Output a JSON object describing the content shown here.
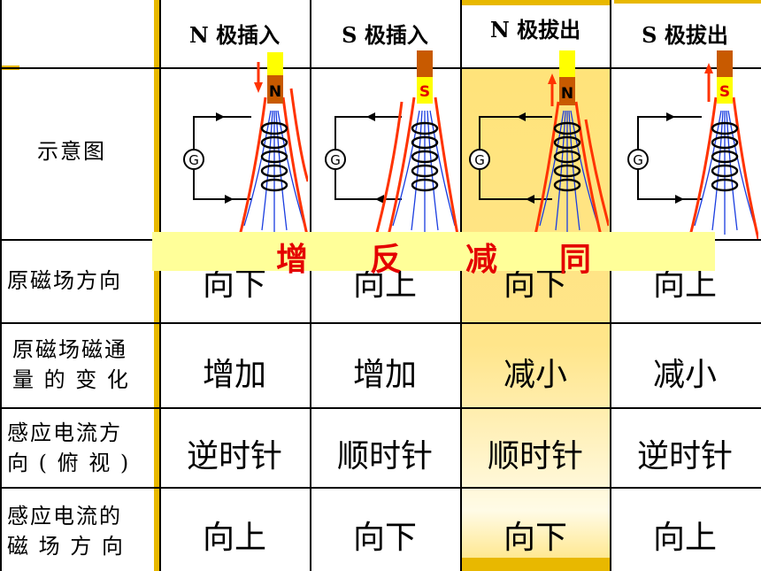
{
  "headers": [
    "N 极插入",
    "S 极插入",
    "N 极拔出",
    "S 极拔出"
  ],
  "row_labels": {
    "diagram": "示意图",
    "field_dir": "原磁场方向",
    "flux_change": [
      "原磁场磁通",
      "量 的 变 化"
    ],
    "current_dir": [
      "感应电流方",
      "向 ( 俯 视 )"
    ],
    "induced_field": [
      "感应电流的",
      "磁 场 方 向"
    ]
  },
  "field_dir": [
    "向下",
    "向上",
    "向下",
    "向上"
  ],
  "flux_change": [
    "增加",
    "增加",
    "减小",
    "减小"
  ],
  "current_dir": [
    "逆时针",
    "顺时针",
    "顺时针",
    "逆时针"
  ],
  "induced_field": [
    "向上",
    "向下",
    "向下",
    "向上"
  ],
  "overlay_words": [
    "增",
    "反",
    "减",
    "同"
  ],
  "magnets": [
    "N",
    "S",
    "N",
    "S"
  ],
  "galvanometer": "G",
  "colors": {
    "highlight": "#ffe37a",
    "overlay": "#ffff99",
    "overlay_text": "#e40000",
    "field_lines": "#ff3300"
  }
}
